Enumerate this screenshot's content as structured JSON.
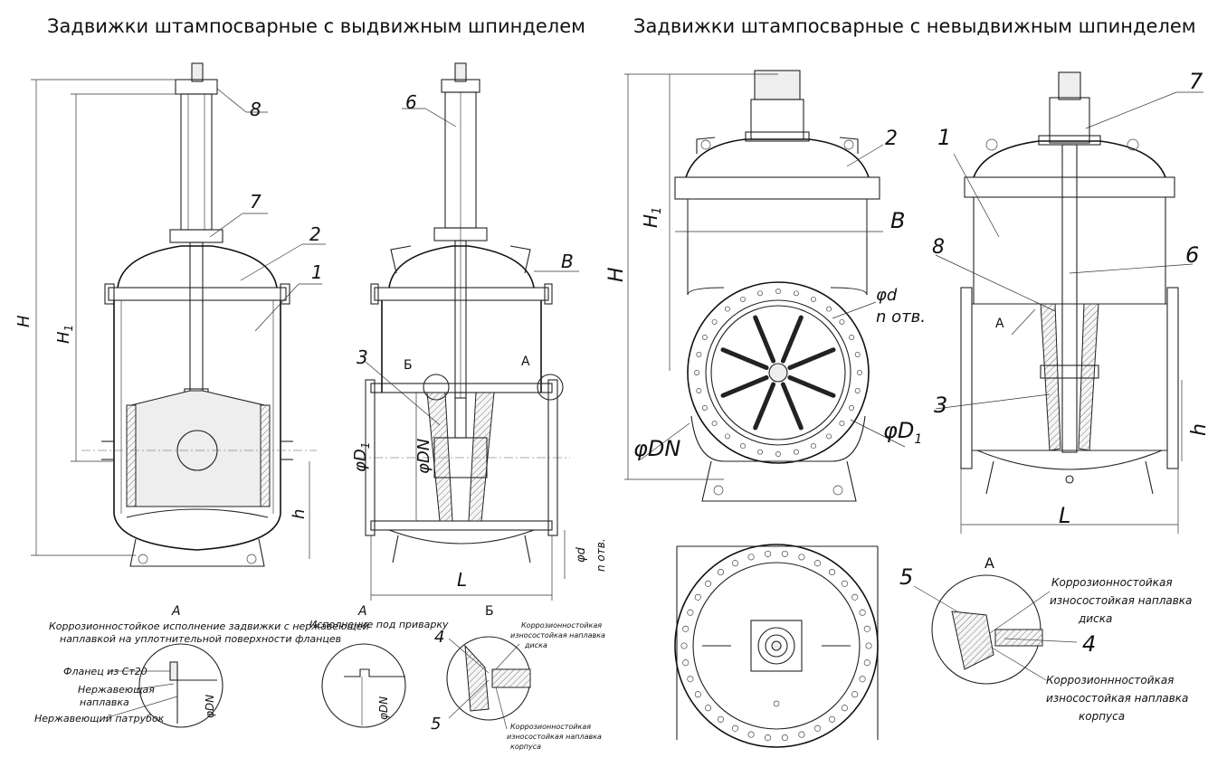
{
  "titles": {
    "left": "Задвижки штампосварные с выдвижным шпинделем",
    "right": "Задвижки штампосварные с невыдвижным шпинделем"
  },
  "left_front": {
    "dim_h_big": "H",
    "dim_h1": "H",
    "dim_h1_sub": "1",
    "dim_h_small": "h",
    "callouts": [
      "8",
      "7",
      "2",
      "1"
    ]
  },
  "left_side": {
    "callouts": [
      "6",
      "3"
    ],
    "dim_b": "B",
    "dim_d1": "φD",
    "dim_d1_sub": "1",
    "dim_dn": "φDN",
    "dim_l": "L",
    "dim_d": "φd",
    "dim_n": "n отв.",
    "view_a": "А",
    "view_b": "Б"
  },
  "left_details": {
    "view_a_label": "А",
    "view_a_note": [
      "Коррозионностойкое исполнение задвижки с нержавеющей",
      "наплавкой на уплотнительной поверхности фланцев"
    ],
    "flange_label": "Фланец из Ст20",
    "overlay_label": [
      "Нержавеющая",
      "наплавка"
    ],
    "pipe_label": "Нержавеющий патрубок",
    "dn_label": "φDN",
    "view_a2_label": "А",
    "view_a2_note": "Исполнение под приварку",
    "dn_label2": "φDN",
    "view_b_label": "Б",
    "callout_4": "4",
    "callout_5": "5",
    "disc_note": [
      "Коррозионностойкая",
      "износостойкая наплавка",
      "диска"
    ],
    "body_note": [
      "Коррозионностойкая",
      "износостойкая наплавка",
      "корпуса"
    ]
  },
  "right_front": {
    "dim_h_big": "H",
    "dim_h1": "H",
    "dim_h1_sub": "1",
    "dim_b": "B",
    "callout_2": "2",
    "dim_d": "φd",
    "dim_n": "n отв.",
    "dim_d1": "φD",
    "dim_d1_sub": "1",
    "dim_dn": "φDN"
  },
  "right_side": {
    "callouts": [
      "7",
      "1",
      "8",
      "6",
      "3"
    ],
    "view_a": "А",
    "dim_h": "h",
    "dim_l": "L"
  },
  "right_details": {
    "callout_5": "5",
    "view_a": "А",
    "callout_4": "4",
    "disc_note": [
      "Коррозионностойкая",
      "износостойкая наплавка",
      "диска"
    ],
    "body_note": [
      "Коррозионнностойкая",
      "износостойкая наплавка",
      "корпуса"
    ]
  }
}
